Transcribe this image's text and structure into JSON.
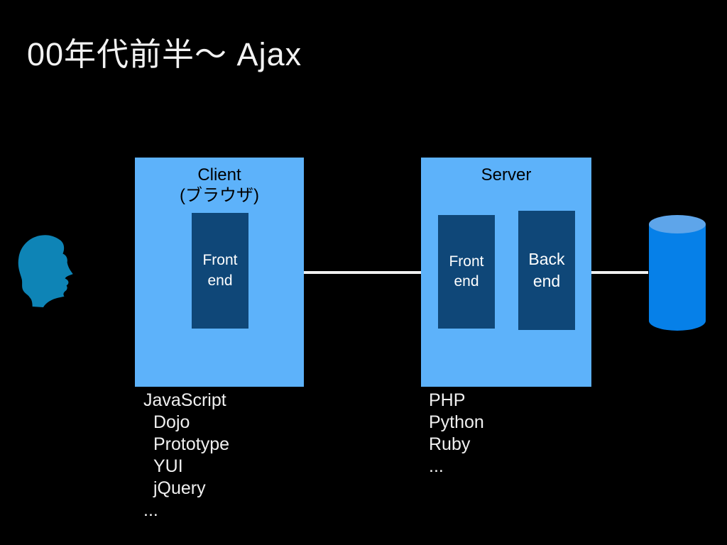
{
  "slide": {
    "title": "00年代前半～ Ajax"
  },
  "client": {
    "name": "Client",
    "subtitle": "(ブラウザ)",
    "frontend": "Front end",
    "technologies": [
      {
        "label": "JavaScript",
        "indent": false
      },
      {
        "label": "Dojo",
        "indent": true
      },
      {
        "label": "Prototype",
        "indent": true
      },
      {
        "label": "YUI",
        "indent": true
      },
      {
        "label": "jQuery",
        "indent": true
      },
      {
        "label": "...",
        "indent": false
      }
    ]
  },
  "server": {
    "name": "Server",
    "frontend": "Front end",
    "backend": "Back end",
    "technologies": [
      {
        "label": "PHP",
        "indent": false
      },
      {
        "label": "Python",
        "indent": false
      },
      {
        "label": "Ruby",
        "indent": false
      },
      {
        "label": "...",
        "indent": false
      }
    ]
  },
  "icons": {
    "user": "person-head-silhouette",
    "database": "database-cylinder"
  },
  "colors": {
    "background": "#000000",
    "container_box": "#5DB2FA",
    "inner_box": "#0F4778",
    "cylinder_body": "#0680E8",
    "cylinder_top": "#5EA5EA",
    "user_silhouette": "#0E84B6",
    "connector": "#EFEFEF",
    "title_text": "#F2F2F2",
    "box_title_text": "#000000",
    "inner_box_text": "#FFFFFF",
    "list_text": "#F0F0F0"
  }
}
